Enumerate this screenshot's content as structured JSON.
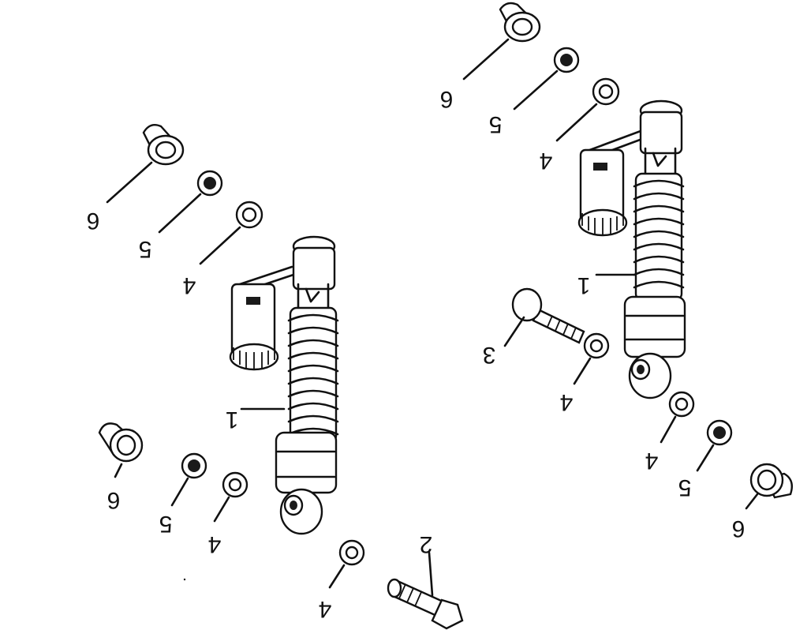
{
  "callouts": [
    {
      "id": "L1-left",
      "text": "1"
    },
    {
      "id": "L1-right",
      "text": "1"
    },
    {
      "id": "L2",
      "text": "2"
    },
    {
      "id": "L3",
      "text": "3"
    },
    {
      "id": "L4-a",
      "text": "4"
    },
    {
      "id": "L4-b",
      "text": "4"
    },
    {
      "id": "L4-c",
      "text": "4"
    },
    {
      "id": "L4-d",
      "text": "4"
    },
    {
      "id": "L4-e",
      "text": "4"
    },
    {
      "id": "L4-f",
      "text": "4"
    },
    {
      "id": "L5-a",
      "text": "5"
    },
    {
      "id": "L5-b",
      "text": "5"
    },
    {
      "id": "L5-c",
      "text": "5"
    },
    {
      "id": "L5-d",
      "text": "5"
    },
    {
      "id": "L6-a",
      "text": "6"
    },
    {
      "id": "L6-b",
      "text": "6"
    },
    {
      "id": "L6-c",
      "text": "6"
    },
    {
      "id": "L6-d",
      "text": "6"
    }
  ],
  "colors": {
    "ink": "#111111",
    "paper": "#ffffff"
  }
}
